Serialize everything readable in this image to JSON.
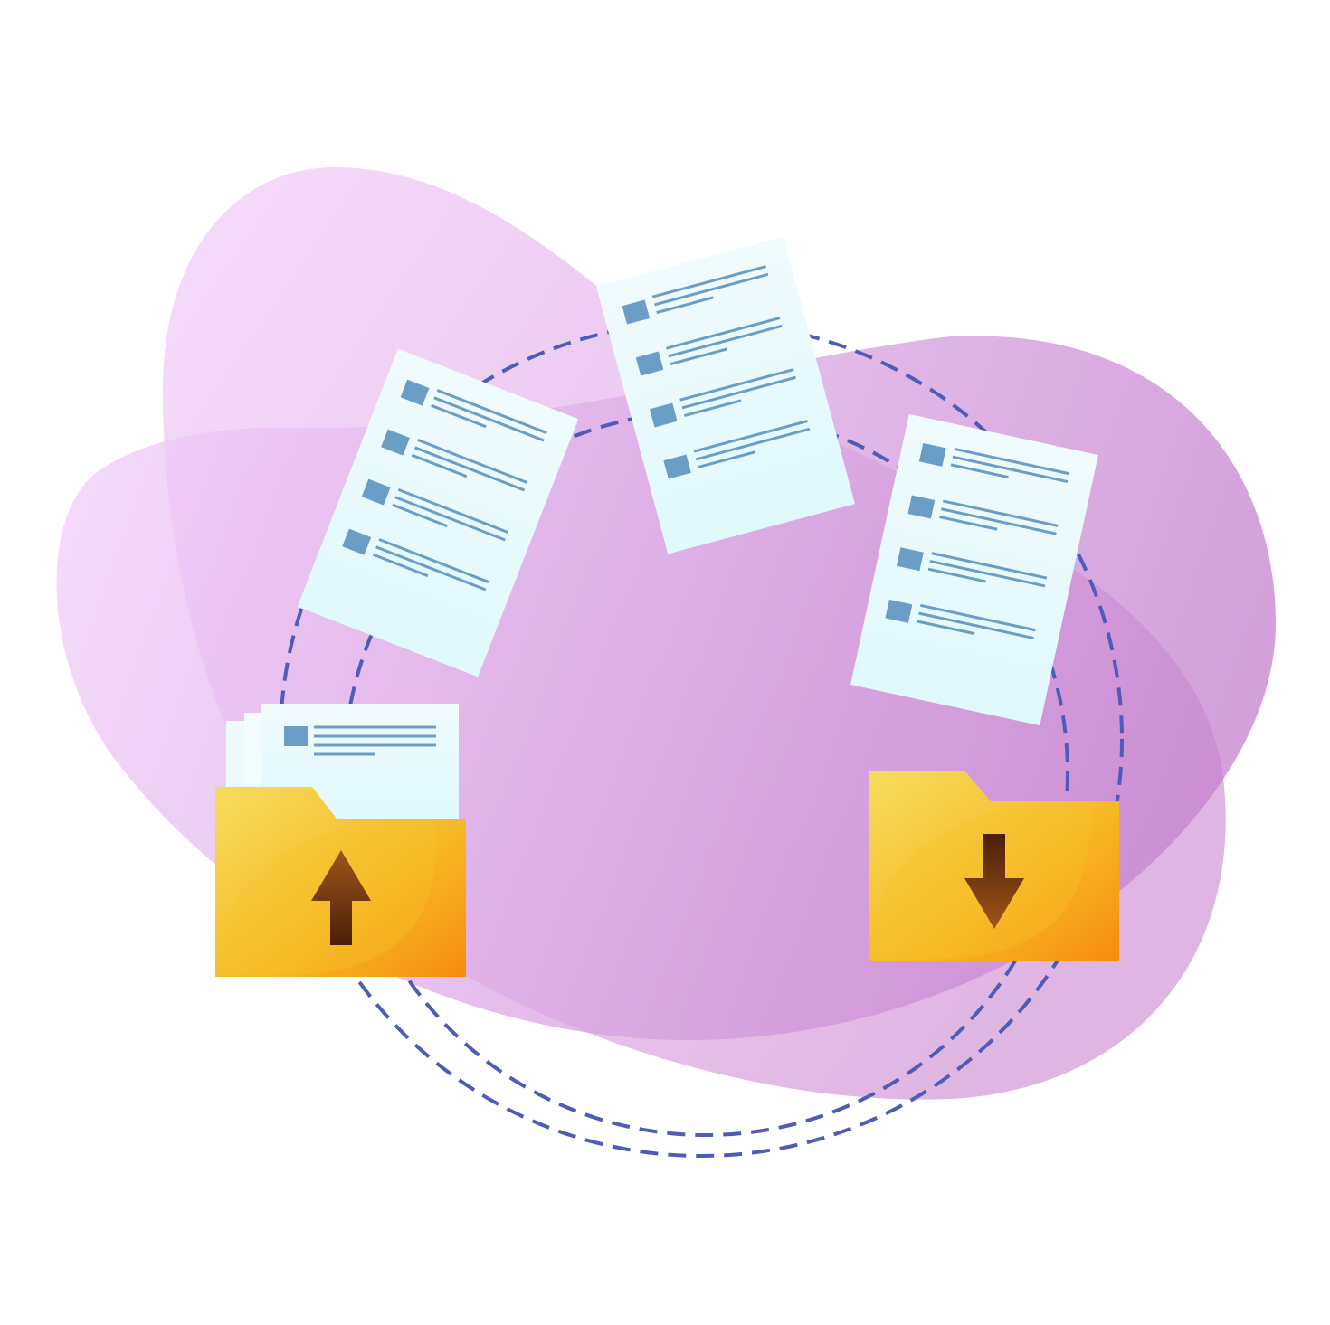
{
  "illustration": {
    "subject": "file-transfer",
    "icons": [
      "upload-folder-icon",
      "download-folder-icon",
      "document-icon",
      "arrow-up-icon",
      "arrow-down-icon"
    ],
    "colors": {
      "background": "#ffffff",
      "blob_light": "#efc9f3",
      "blob_dark": "#c985d2",
      "dashed_circle": "#4f5bbb",
      "document_paper": "#e6fbfd",
      "document_lines": "#6b9ec7",
      "folder_yellow": "#f6d858",
      "folder_orange": "#f88a12",
      "arrow_brown": "#5a2a0c"
    },
    "document_count": 3,
    "rows_per_document": 4
  }
}
